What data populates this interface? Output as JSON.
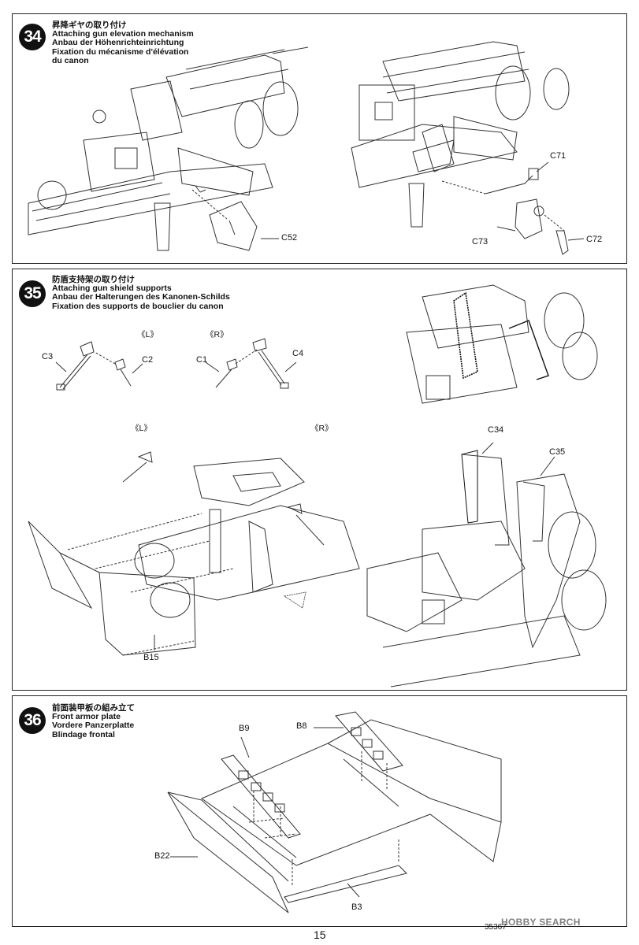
{
  "steps": [
    {
      "number": "34",
      "title_jp": "昇降ギヤの取り付け",
      "title_en": "Attaching gun elevation mechanism",
      "title_de": "Anbau der Höhenrichteinrichtung",
      "title_fr": "Fixation du mécanisme d'élévation",
      "title_fr2": "du canon",
      "parts": [
        "C52",
        "C71",
        "C73",
        "C72"
      ]
    },
    {
      "number": "35",
      "title_jp": "防盾支持架の取り付け",
      "title_en": "Attaching gun shield supports",
      "title_de": "Anbau der Halterungen des Kanonen-Schilds",
      "title_fr": "Fixation des supports de bouclier du canon",
      "side_left": "《L》",
      "side_right": "《R》",
      "parts": [
        "C3",
        "C2",
        "C1",
        "C4",
        "C34",
        "C35",
        "B15"
      ]
    },
    {
      "number": "36",
      "title_jp": "前面装甲板の組み立て",
      "title_en": "Front armor plate",
      "title_de": "Vordere Panzerplatte",
      "title_fr": "Blindage frontal",
      "parts": [
        "B9",
        "B8",
        "B22",
        "B3"
      ]
    }
  ],
  "footer": {
    "page_number": "15",
    "product_code": "35367",
    "watermark": "HOBBY SEARCH"
  }
}
